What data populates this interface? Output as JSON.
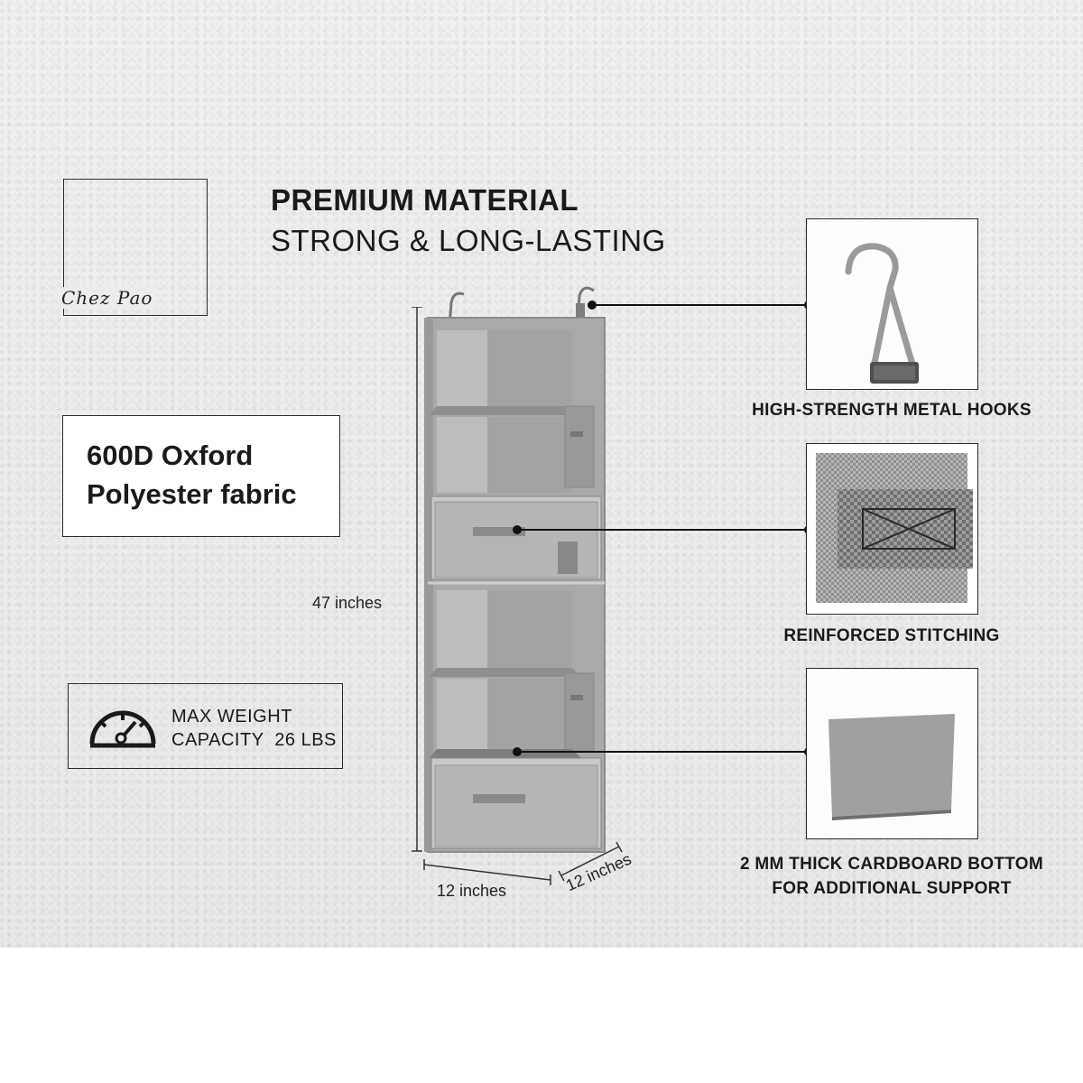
{
  "brand": {
    "logo_text": "Chez Pao"
  },
  "heading": {
    "line1": "PREMIUM MATERIAL",
    "line2": "STRONG & LONG-LASTING"
  },
  "fabric": {
    "line1": "600D Oxford",
    "line2": "Polyester fabric"
  },
  "weight": {
    "line1": "MAX WEIGHT",
    "line2": "CAPACITY  26 LBS",
    "icon": "speedometer-icon"
  },
  "dimensions": {
    "height": "47 inches",
    "width": "12 inches",
    "depth": "12 inches"
  },
  "features": [
    {
      "caption": "HIGH-STRENGTH METAL HOOKS",
      "icon": "metal-hook-image"
    },
    {
      "caption": "REINFORCED STITCHING",
      "icon": "stitching-image"
    },
    {
      "caption_line1": "2 MM THICK CARDBOARD BOTTOM",
      "caption_line2": "FOR ADDITIONAL SUPPORT",
      "icon": "cardboard-image"
    }
  ],
  "colors": {
    "organizer": "#a9a9a9",
    "frame": "#2a2a2a",
    "background": "#ececec"
  }
}
